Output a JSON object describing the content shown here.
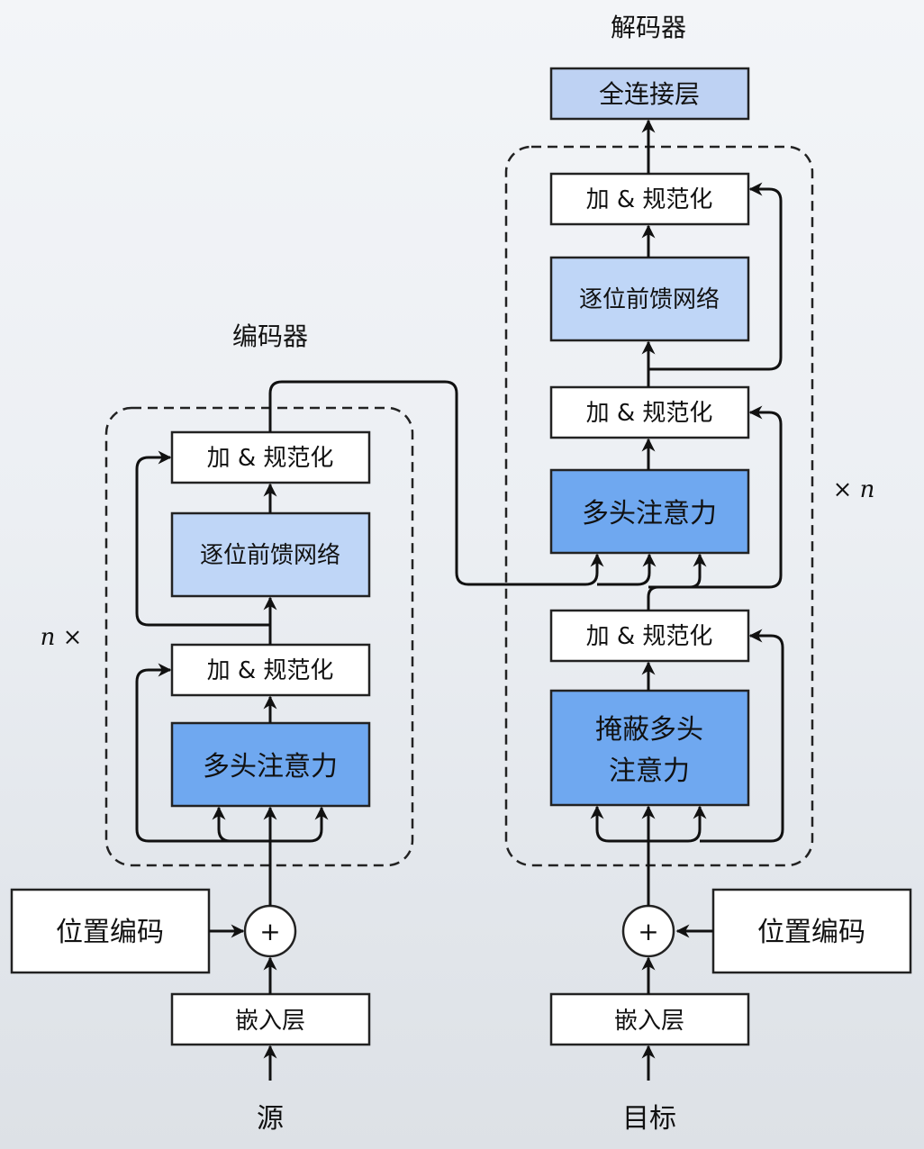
{
  "decoder": {
    "title": "解码器",
    "fc": "全连接层",
    "addnorm_3": "加 & 规范化",
    "ffn": "逐位前馈网络",
    "addnorm_2": "加 & 规范化",
    "cross_attention": "多头注意力",
    "addnorm_1": "加 & 规范化",
    "masked_attention_line1": "掩蔽多头",
    "masked_attention_line2": "注意力",
    "repeat": "× n",
    "pos_encoding": "位置编码",
    "embedding": "嵌入层",
    "input": "目标"
  },
  "encoder": {
    "title": "编码器",
    "addnorm_2": "加 & 规范化",
    "ffn": "逐位前馈网络",
    "addnorm_1": "加 & 规范化",
    "attention": "多头注意力",
    "repeat": "n ×",
    "pos_encoding": "位置编码",
    "embedding": "嵌入层",
    "input": "源"
  },
  "plus_symbol": "+",
  "colors": {
    "attention": "#6fa8f0",
    "ffn": "#bfd6f7",
    "fc": "#bed2f3",
    "plain": "#ffffff"
  }
}
